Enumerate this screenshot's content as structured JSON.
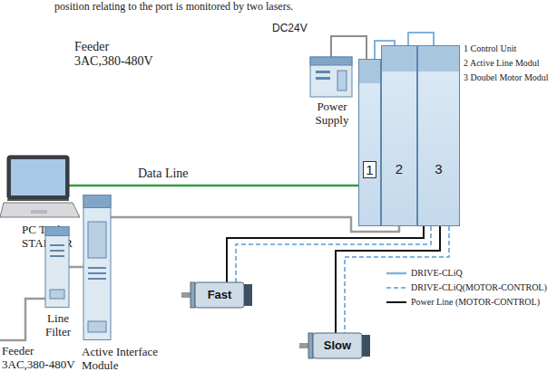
{
  "diagram": {
    "nodes": [
      {
        "text": [
          "Power Supply"
        ]
      },
      {
        "text": [
          "1"
        ]
      },
      {
        "text": [
          "2"
        ]
      },
      {
        "text": [
          "3"
        ]
      },
      {
        "text": [
          "PC Tool STARTER"
        ]
      },
      {
        "text": [
          "Line Filter"
        ]
      },
      {
        "text": [
          "Active Interface Module"
        ]
      },
      {
        "text": [
          "Fast"
        ]
      },
      {
        "text": [
          "Slow"
        ]
      }
    ],
    "edges": [
      {
        "from": 0,
        "to": 1,
        "arrow": "none",
        "label": "DC24V"
      },
      {
        "from": 1,
        "to": 2,
        "arrow": "none"
      },
      {
        "from": 2,
        "to": 3,
        "arrow": "none"
      },
      {
        "from": 4,
        "to": 1,
        "arrow": "none",
        "label": "Data Line"
      },
      {
        "from": 5,
        "to": 6,
        "arrow": "none"
      },
      {
        "from": 6,
        "to": 2,
        "arrow": "none"
      },
      {
        "from": 3,
        "to": 7,
        "arrow": "none"
      },
      {
        "from": 3,
        "to": 7,
        "arrow": "none"
      },
      {
        "from": 3,
        "to": 8,
        "arrow": "none"
      },
      {
        "from": 3,
        "to": 8,
        "arrow": "none"
      }
    ],
    "labels": [
      "position relating to the port is monitored by two lasers.",
      "Feeder 3AC,380-480V",
      "1 Control Unit",
      "2 Active Line Modul",
      "3 Doubel Motor Modul",
      "Feeder 3AC,380-480V"
    ],
    "legend": [
      {
        "text": "DRIVE-CLiQ"
      },
      {
        "text": "DRIVE-CLiQ(MOTOR-CONTROL)"
      },
      {
        "text": "Power Line (MOTOR-CONTROL)"
      }
    ]
  }
}
